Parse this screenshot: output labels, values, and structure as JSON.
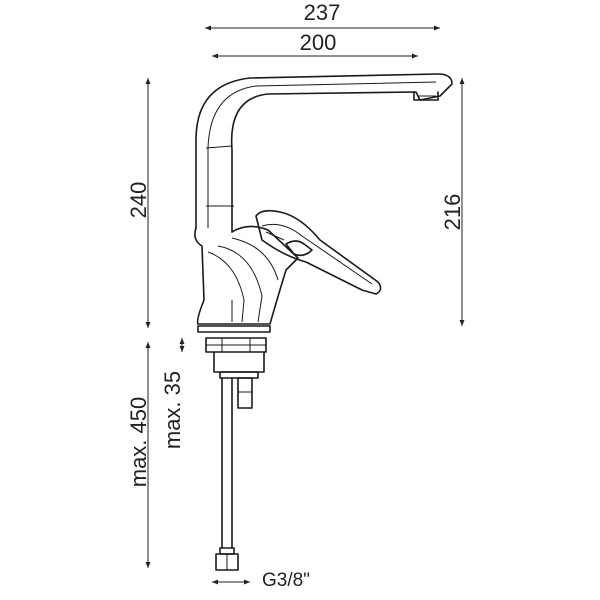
{
  "dimensions": {
    "total_reach": "237",
    "spout_reach": "200",
    "total_height": "240",
    "spout_height": "216",
    "max_deck_thickness": "max. 35",
    "max_hose_length": "max. 450",
    "connection_thread": "G3/8\""
  },
  "colors": {
    "line": "#1a1a1a",
    "background": "#ffffff"
  }
}
